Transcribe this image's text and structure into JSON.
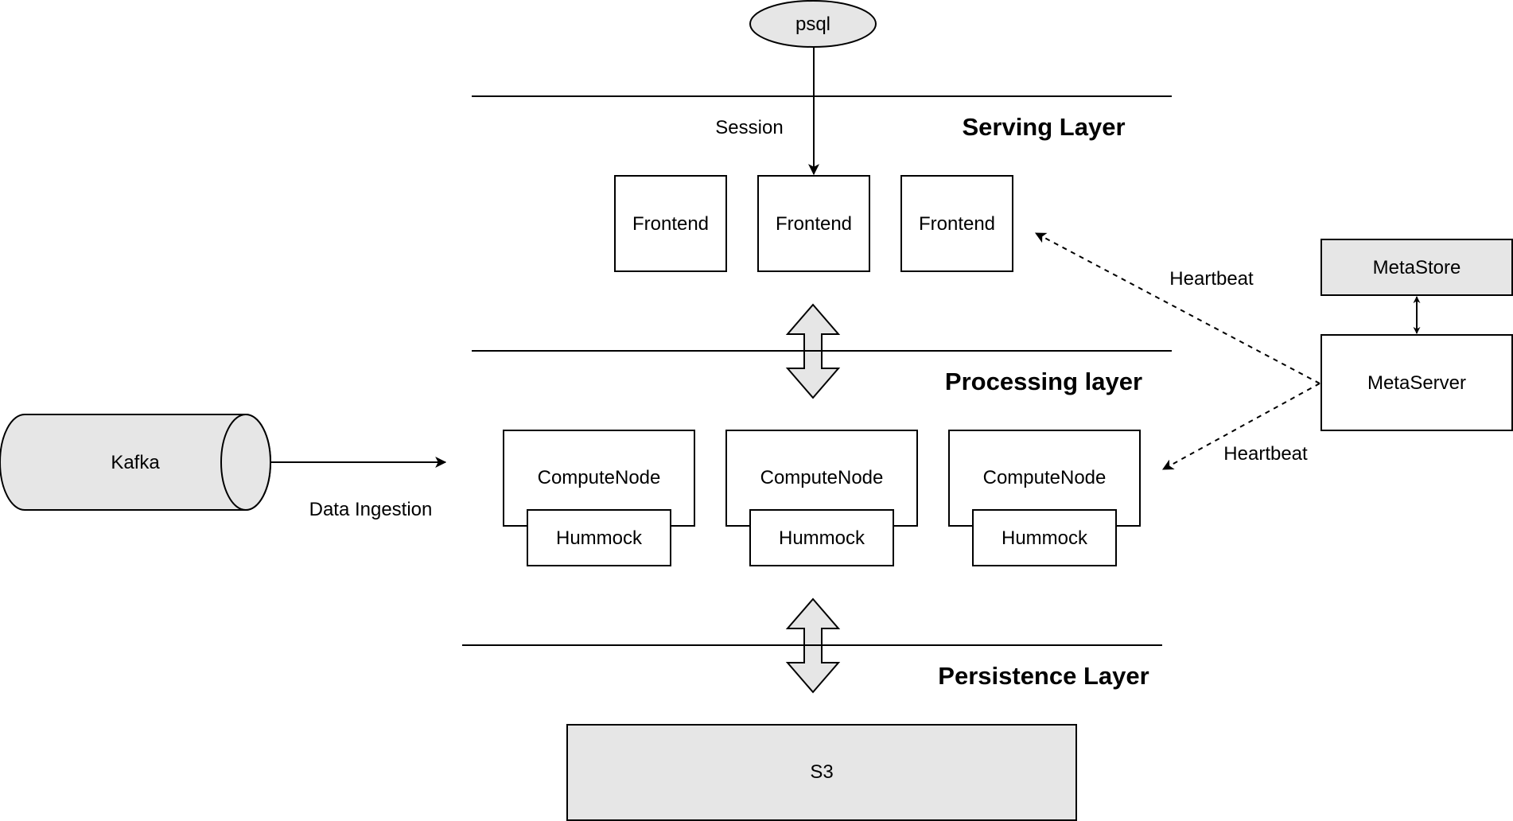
{
  "nodes": {
    "psql": "psql",
    "session": "Session",
    "serving_layer": "Serving Layer",
    "processing_layer": "Processing layer",
    "persistence_layer": "Persistence Layer",
    "frontends": [
      "Frontend",
      "Frontend",
      "Frontend"
    ],
    "compute_nodes": [
      "ComputeNode",
      "ComputeNode",
      "ComputeNode"
    ],
    "hummocks": [
      "Hummock",
      "Hummock",
      "Hummock"
    ],
    "kafka": "Kafka",
    "data_ingestion": "Data Ingestion",
    "heartbeat_top": "Heartbeat",
    "heartbeat_bottom": "Heartbeat",
    "metastore": "MetaStore",
    "metaserver": "MetaServer",
    "s3": "S3"
  },
  "colors": {
    "fill_gray": "#e6e6e6",
    "stroke": "#000000"
  }
}
